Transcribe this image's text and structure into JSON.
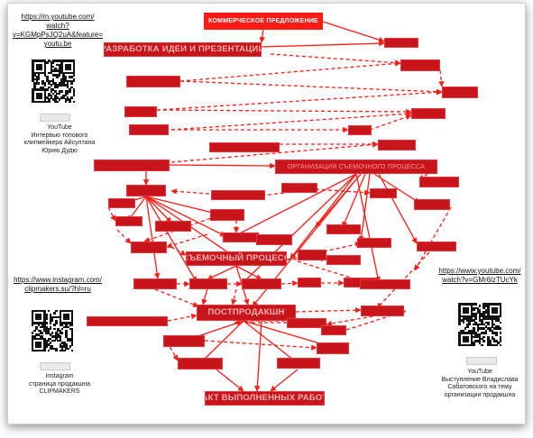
{
  "title": "КОММЕРЧЕСКОЕ ПРЕДЛОЖЕНИЕ",
  "nodes": [
    {
      "id": "n_dev",
      "label": "РАЗРАБОТКА ИДЕИ И ПРЕЗЕНТАЦИИ",
      "big": true
    },
    {
      "id": "n_post",
      "label": "ПОСТПРОДАКШН",
      "big": true
    },
    {
      "id": "n_shoot",
      "label": "СЪЕМОЧНЫЙ ПРОЦЕСС",
      "big": true
    },
    {
      "id": "n_act",
      "label": "АКТ ВЫПОЛНЕННЫХ РАБОТ",
      "big": true
    },
    {
      "id": "n_org",
      "label": "ОРГАНИЗАЦИЯ СЪЕМОЧНОГО ПРОЦЕССА",
      "big": false
    }
  ],
  "left_panel": {
    "youtube_link_lines": [
      "https://m.youtube.com/",
      "watch?",
      "v=KGMpPsJQ2uA&feature=",
      "youtu.be"
    ],
    "youtube_caption_lines": [
      "YouTube",
      "Интервью топового",
      "клипмейкера Айсултана",
      "Юрию Дудю"
    ],
    "instagram_link_lines": [
      "https://www.instagram.com/",
      "clipmakers.su/?hl=ru"
    ],
    "instagram_caption_lines": [
      "Instagram",
      "страница продакшна",
      "CLIPMAKERS"
    ]
  },
  "right_panel": {
    "youtube_link_lines": [
      "https://www.youtube.com/",
      "watch?v=GMr6lzTUcYk"
    ],
    "youtube_caption_lines": [
      "YouTube",
      "Выступление Владислава",
      "Сабатовского на тему",
      "организации продакшна"
    ]
  },
  "colors": {
    "node_fill": "#c8141b",
    "node_border": "#e8363c",
    "edge": "#ff1a14",
    "title_fill": "#ff1a14"
  }
}
